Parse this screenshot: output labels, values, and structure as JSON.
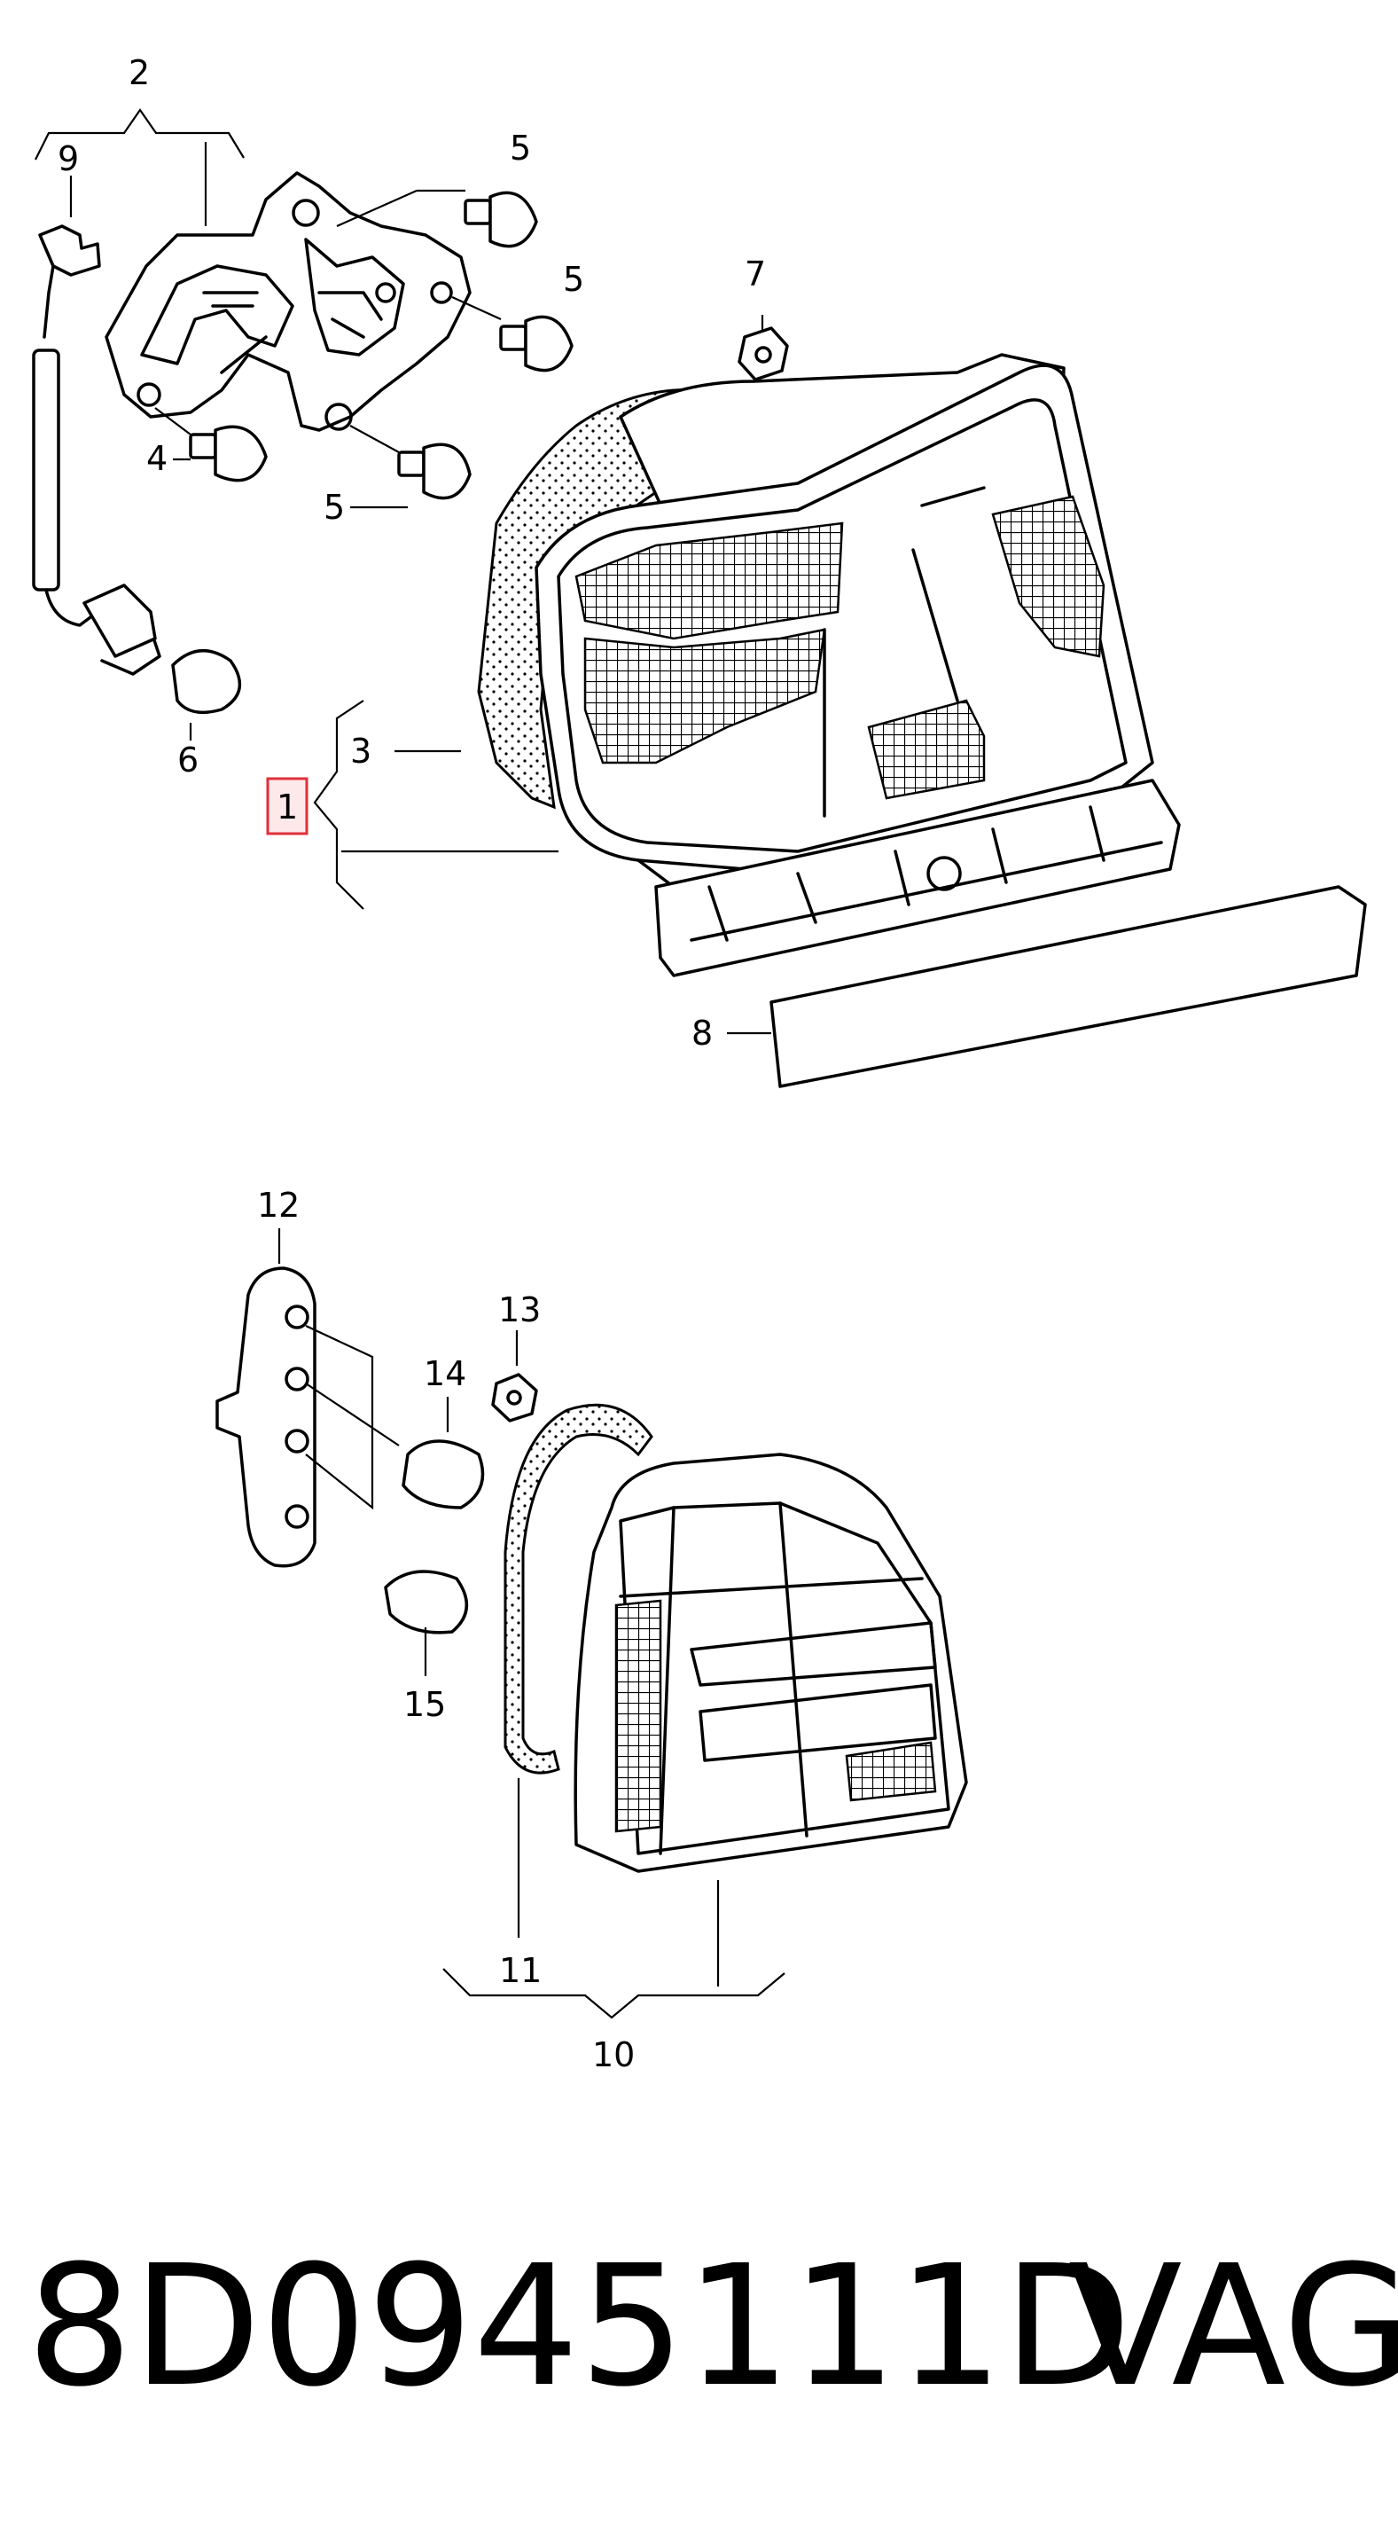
{
  "callouts": {
    "c1": "1",
    "c2": "2",
    "c3": "3",
    "c4": "4",
    "c5a": "5",
    "c5b": "5",
    "c5c": "5",
    "c6": "6",
    "c7": "7",
    "c8": "8",
    "c9": "9",
    "c10": "10",
    "c11": "11",
    "c12": "12",
    "c13": "13",
    "c14": "14",
    "c15": "15"
  },
  "highlight_color": "#e0303a",
  "footer": {
    "part_number": "8D0945111D",
    "brand": "VAG"
  }
}
